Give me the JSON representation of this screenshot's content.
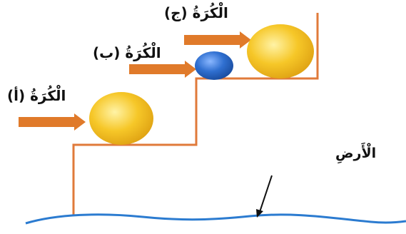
{
  "labels": {
    "ball_a": "الْكُرَةُ (أ)",
    "ball_b": "الْكُرَةُ (ب)",
    "ball_c": "الْكُرَةُ (ج)",
    "ground": "الْأَرضِ"
  },
  "icons": {
    "arrow": "right-arrow-icon",
    "pointer": "down-left-arrow-icon"
  },
  "colors": {
    "stairs": "#e07a3a",
    "arrow": "#e07a2a",
    "yellow_ball": "#f3c22a",
    "blue_ball": "#2f6fd0",
    "ground_line": "#2b7bd0"
  }
}
